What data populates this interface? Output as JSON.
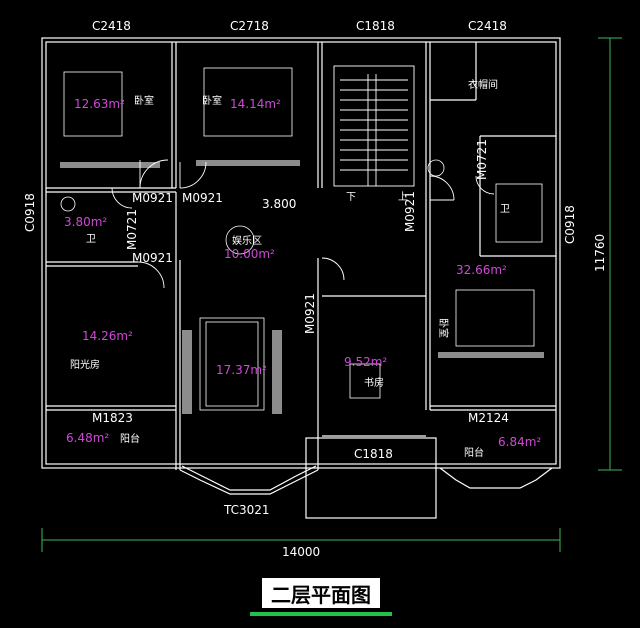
{
  "windows": {
    "top_1": "C2418",
    "top_2": "C2718",
    "top_3": "C1818",
    "top_4": "C2418",
    "left_mid": "C0918",
    "right_mid": "C0918",
    "bottom_center": "C1818",
    "bay_window": "TC3021"
  },
  "doors": {
    "m0921_a": "M0921",
    "m0921_b": "M0921",
    "m0921_c": "M0921",
    "m0921_d": "M0921",
    "m0921_e": "M0921",
    "m0721_a": "M0721",
    "m0721_b": "M0721",
    "m1823": "M1823",
    "m2124": "M2124"
  },
  "elevation": "3.800",
  "rooms": {
    "bedroom1": {
      "name": "卧室",
      "area": "12.63m²"
    },
    "bedroom2": {
      "name": "卧室",
      "area": "14.14m²"
    },
    "closet": {
      "name": "衣帽间"
    },
    "bath_left": {
      "name": "卫",
      "area": "3.80m²"
    },
    "entertainment": {
      "name": "娱乐区",
      "area": "10.00m²"
    },
    "sunroom": {
      "name": "阳光房",
      "area": "14.26m²"
    },
    "living": {
      "area": "17.37m²"
    },
    "study": {
      "name": "书房",
      "area": "9.52m²"
    },
    "bath_right": {
      "name": "卫"
    },
    "bedroom3": {
      "name": "卧室",
      "area": "32.66m²"
    },
    "balcony_left": {
      "name": "阳台",
      "area": "6.48m²"
    },
    "balcony_right": {
      "name": "阳台",
      "area": "6.84m²"
    }
  },
  "stairs": {
    "down": "下",
    "up": "上"
  },
  "dimensions": {
    "width": "14000",
    "height": "11760"
  },
  "title": "二层平面图",
  "colors": {
    "background": "#000000",
    "walls": "#ffffff",
    "area_text": "#d048d8",
    "title_underline": "#22c24a",
    "dimension": "#3fb35a"
  }
}
